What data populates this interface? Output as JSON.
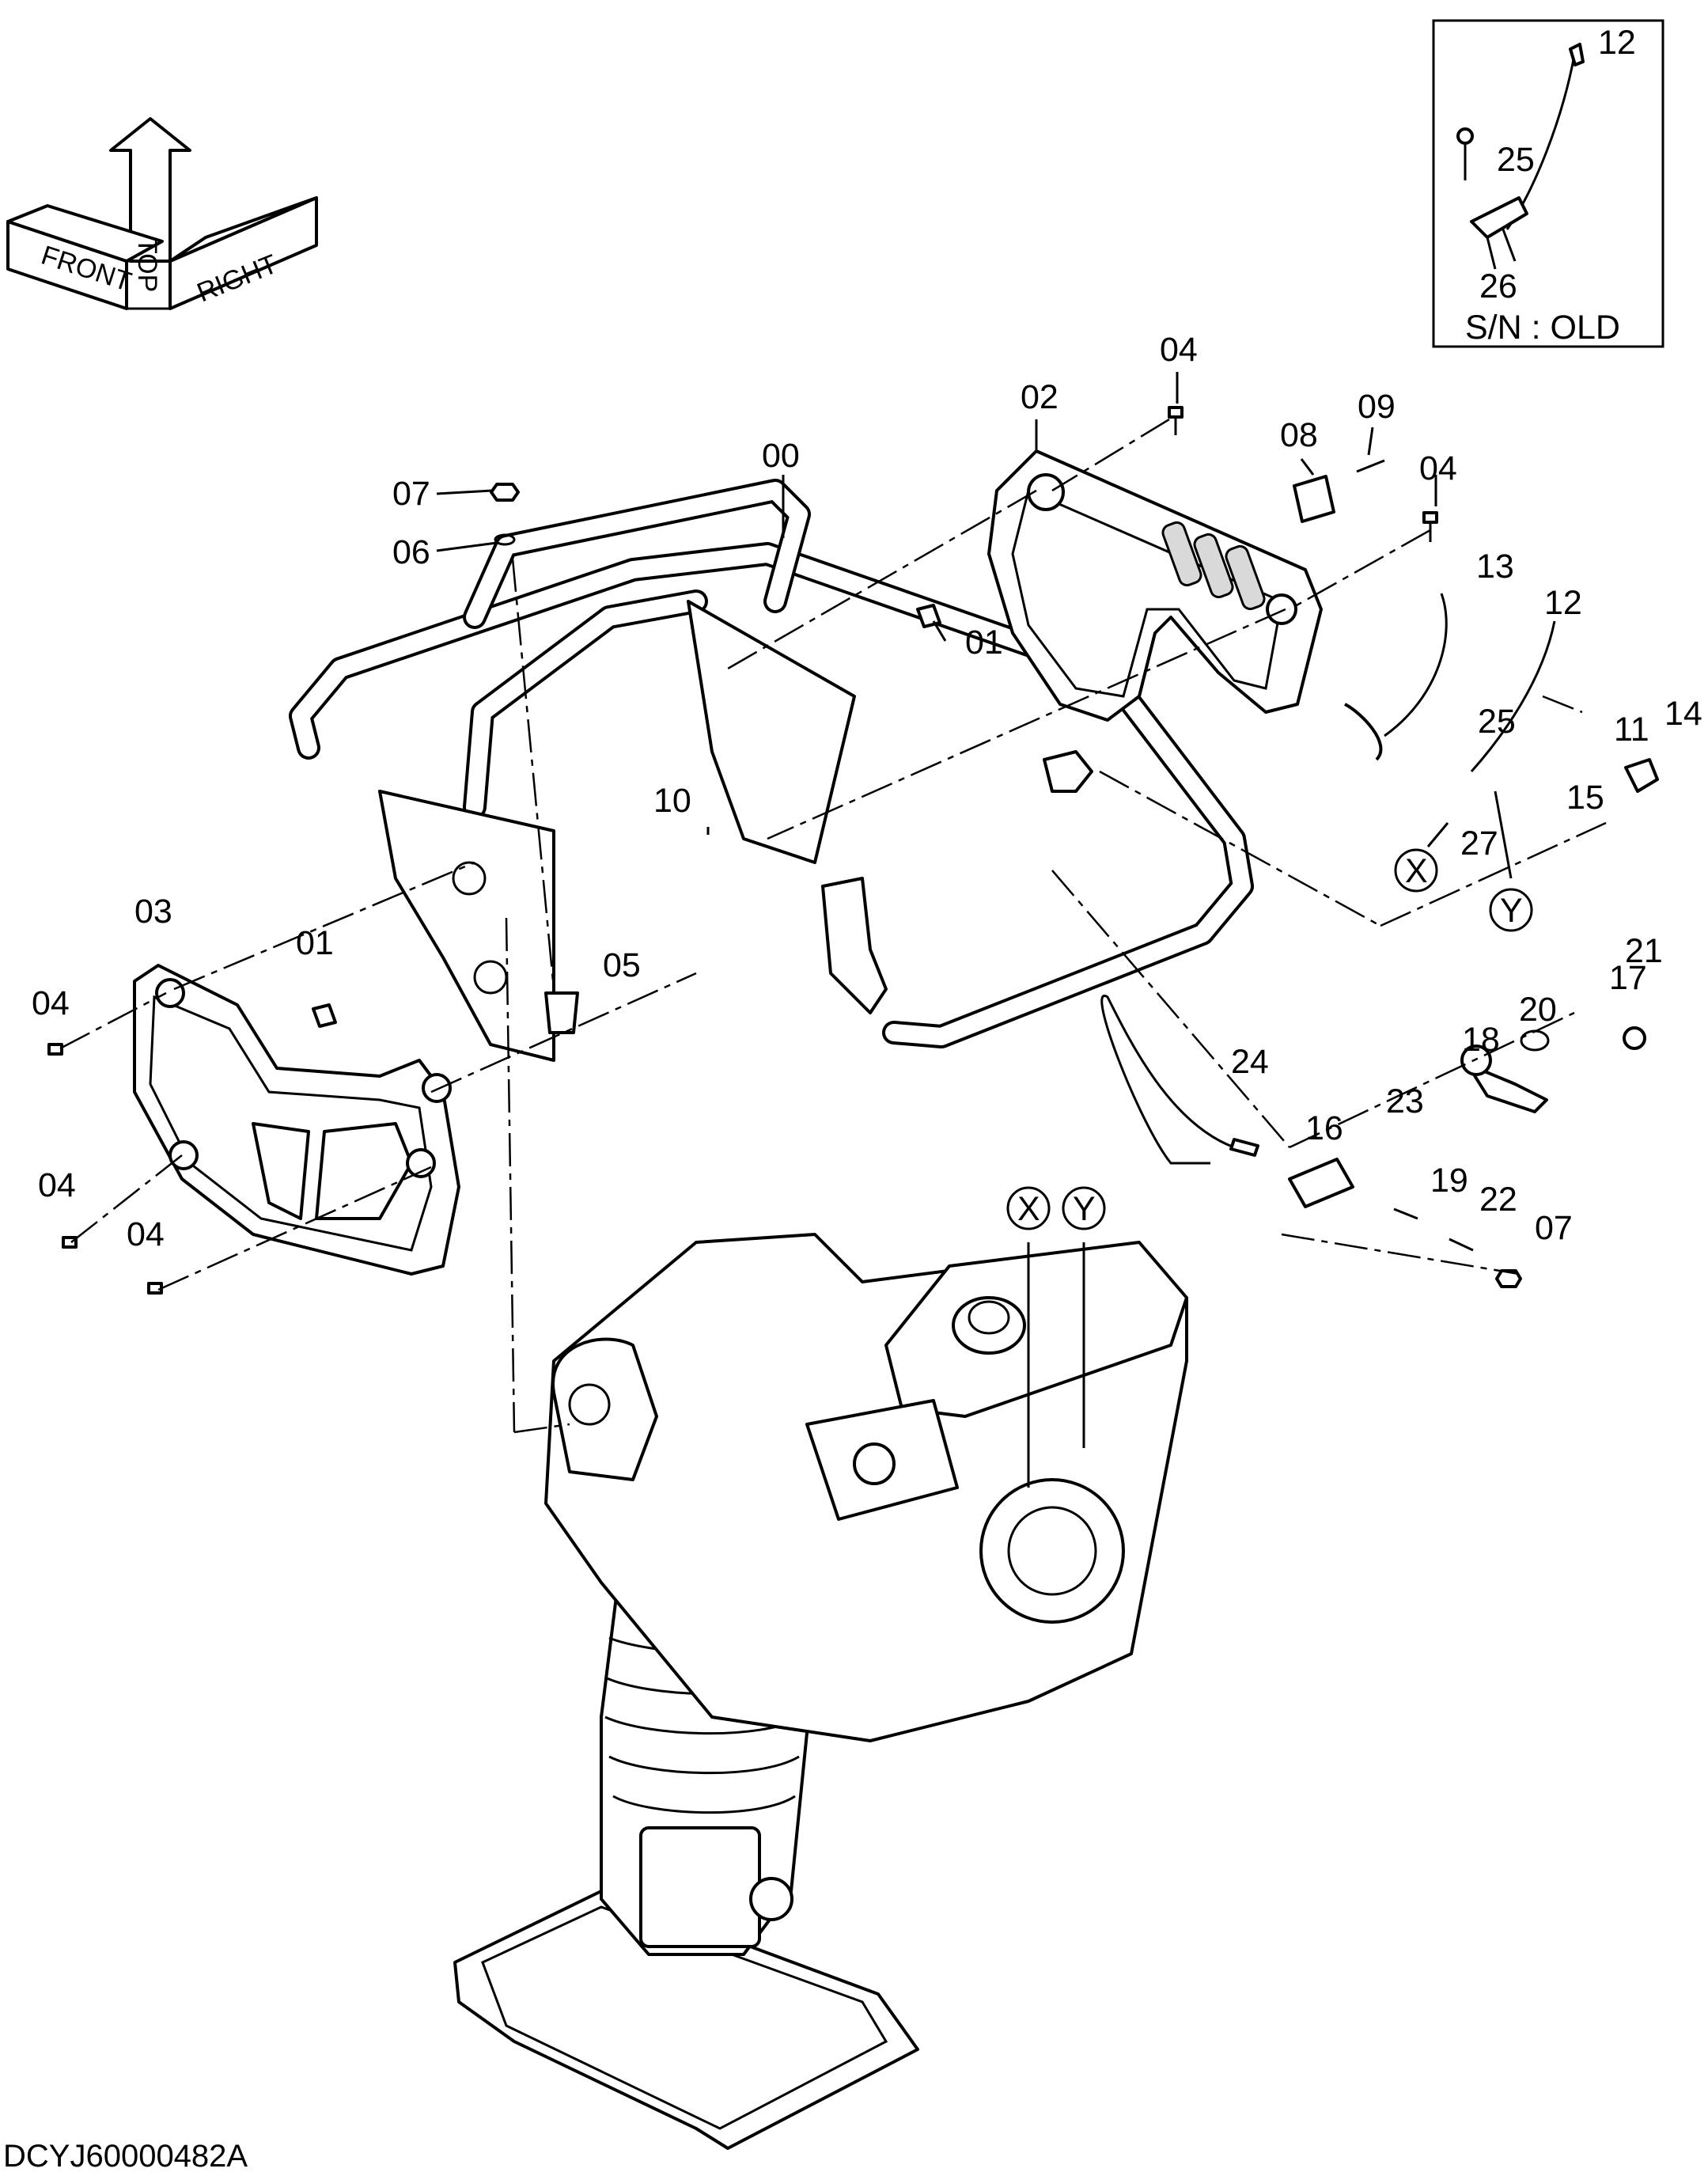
{
  "orientation": {
    "top": "TOP",
    "front": "FRONT",
    "right": "RIGHT"
  },
  "inset": {
    "caption": "S/N : OLD",
    "labels": [
      "12",
      "25",
      "26"
    ]
  },
  "callouts": {
    "c00": "00",
    "c01a": "01",
    "c01b": "01",
    "c02": "02",
    "c03": "03",
    "c04a": "04",
    "c04b": "04",
    "c04c": "04",
    "c04d": "04",
    "c04e": "04",
    "c05": "05",
    "c06": "06",
    "c07a": "07",
    "c07b": "07",
    "c08": "08",
    "c09": "09",
    "c10": "10",
    "c11": "11",
    "c12": "12",
    "c13": "13",
    "c14": "14",
    "c15": "15",
    "c16": "16",
    "c17": "17",
    "c18": "18",
    "c19": "19",
    "c20": "20",
    "c21": "21",
    "c22": "22",
    "c23": "23",
    "c24": "24",
    "c25": "25",
    "c27": "27"
  },
  "connectors": {
    "x1": "X",
    "y1": "Y",
    "x2": "X",
    "y2": "Y"
  },
  "document_id": "DCYJ60000482A"
}
